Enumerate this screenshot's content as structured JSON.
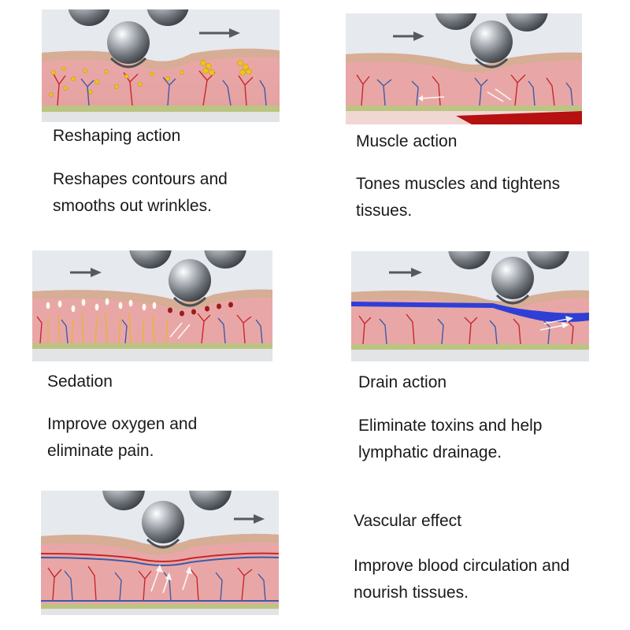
{
  "sections": [
    {
      "key": "reshaping",
      "title": "Reshaping action",
      "lines": [
        "Reshapes contours and",
        "smooths out wrinkles."
      ]
    },
    {
      "key": "muscle",
      "title": "Muscle action",
      "lines": [
        "Tones muscles and tightens",
        "tissues."
      ]
    },
    {
      "key": "sedation",
      "title": "Sedation",
      "lines": [
        "Improve oxygen and",
        "eliminate pain."
      ]
    },
    {
      "key": "drain",
      "title": "Drain action",
      "lines": [
        "Eliminate toxins and help",
        "lymphatic drainage."
      ]
    },
    {
      "key": "vascular",
      "title": "Vascular effect",
      "lines": [
        "Improve blood circulation and",
        "nourish tissues."
      ]
    }
  ],
  "colors": {
    "skin": "#e8a7a6",
    "skin_dark": "#d48b8b",
    "epidermis": "#d7b79f",
    "artery": "#c8262b",
    "vein": "#3e5aa8",
    "base_layer": "#bcc482",
    "fat": "#f0c419",
    "lymph": "#2f3fd6",
    "muscle_red": "#b51111",
    "nerve_yellow": "#e7b33a",
    "nerve_white": "#fffaf0",
    "ball": "#9aa0a8",
    "arrow": "#555a60"
  }
}
